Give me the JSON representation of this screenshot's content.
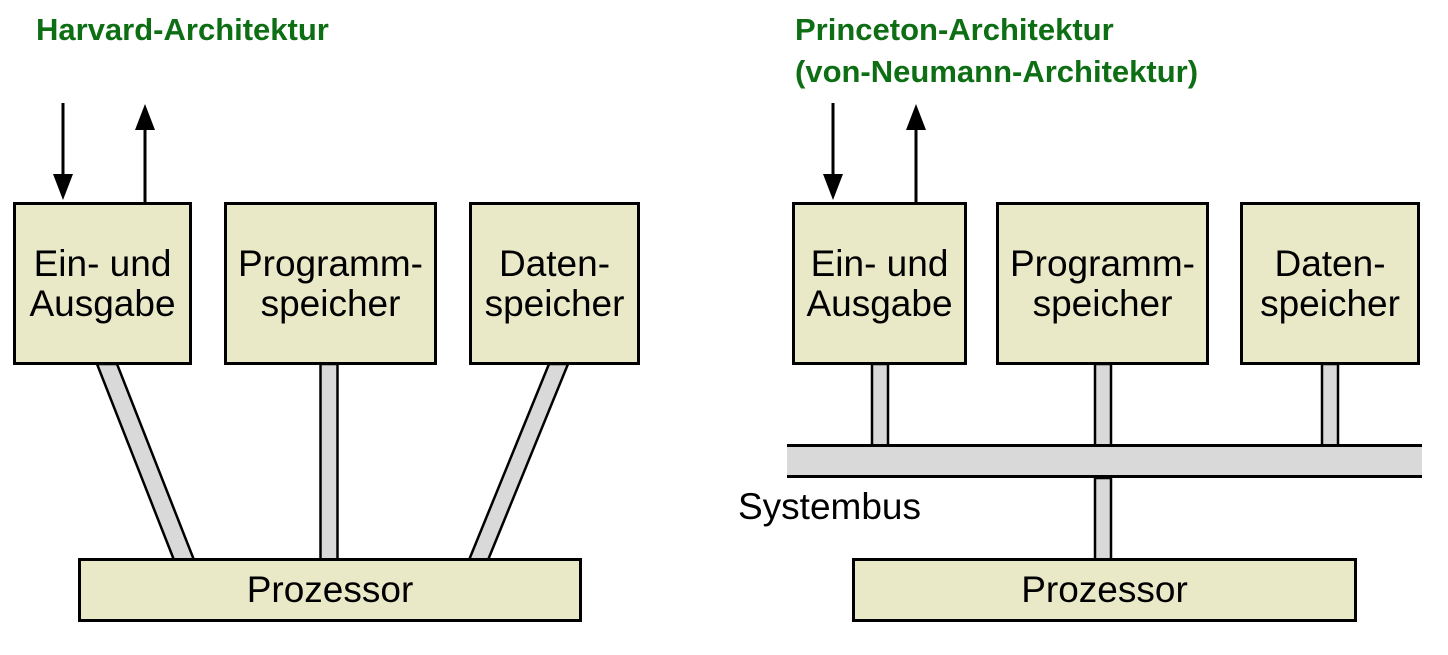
{
  "colors": {
    "title_green": "#0d6e14",
    "box_fill": "#e9e9c8",
    "box_border": "#000000",
    "connector_fill": "#d9d9d9",
    "connector_stroke": "#000000",
    "text": "#000000",
    "background": "#ffffff"
  },
  "left_diagram": {
    "title": "Harvard-Architektur",
    "io_box": {
      "line1": "Ein- und",
      "line2": "Ausgabe"
    },
    "program_box": {
      "line1": "Programm-",
      "line2": "speicher"
    },
    "data_box": {
      "line1": "Daten-",
      "line2": "speicher"
    },
    "processor": "Prozessor"
  },
  "right_diagram": {
    "title_line1": "Princeton-Architektur",
    "title_line2": "(von-Neumann-Architektur)",
    "io_box": {
      "line1": "Ein- und",
      "line2": "Ausgabe"
    },
    "program_box": {
      "line1": "Programm-",
      "line2": "speicher"
    },
    "data_box": {
      "line1": "Daten-",
      "line2": "speicher"
    },
    "bus_label": "Systembus",
    "processor": "Prozessor"
  }
}
